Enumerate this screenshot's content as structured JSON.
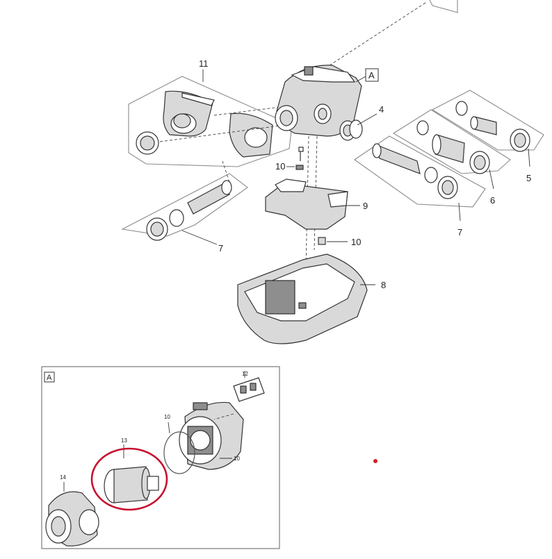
{
  "diagram": {
    "callouts": {
      "c11": "11",
      "cA_main": "A",
      "c4": "4",
      "c10_top": "10",
      "c9": "9",
      "c10_mid": "10",
      "c8": "8",
      "c7_left": "7",
      "c5": "5",
      "c6": "6",
      "c7_right": "7"
    },
    "inset": {
      "label": "A",
      "callouts": {
        "c12": "12",
        "c10_ring": "10",
        "c13": "13",
        "c10_screw": "10",
        "c14": "14"
      },
      "highlight_color": "#c8102e"
    },
    "marker_color": "#d0202a"
  }
}
